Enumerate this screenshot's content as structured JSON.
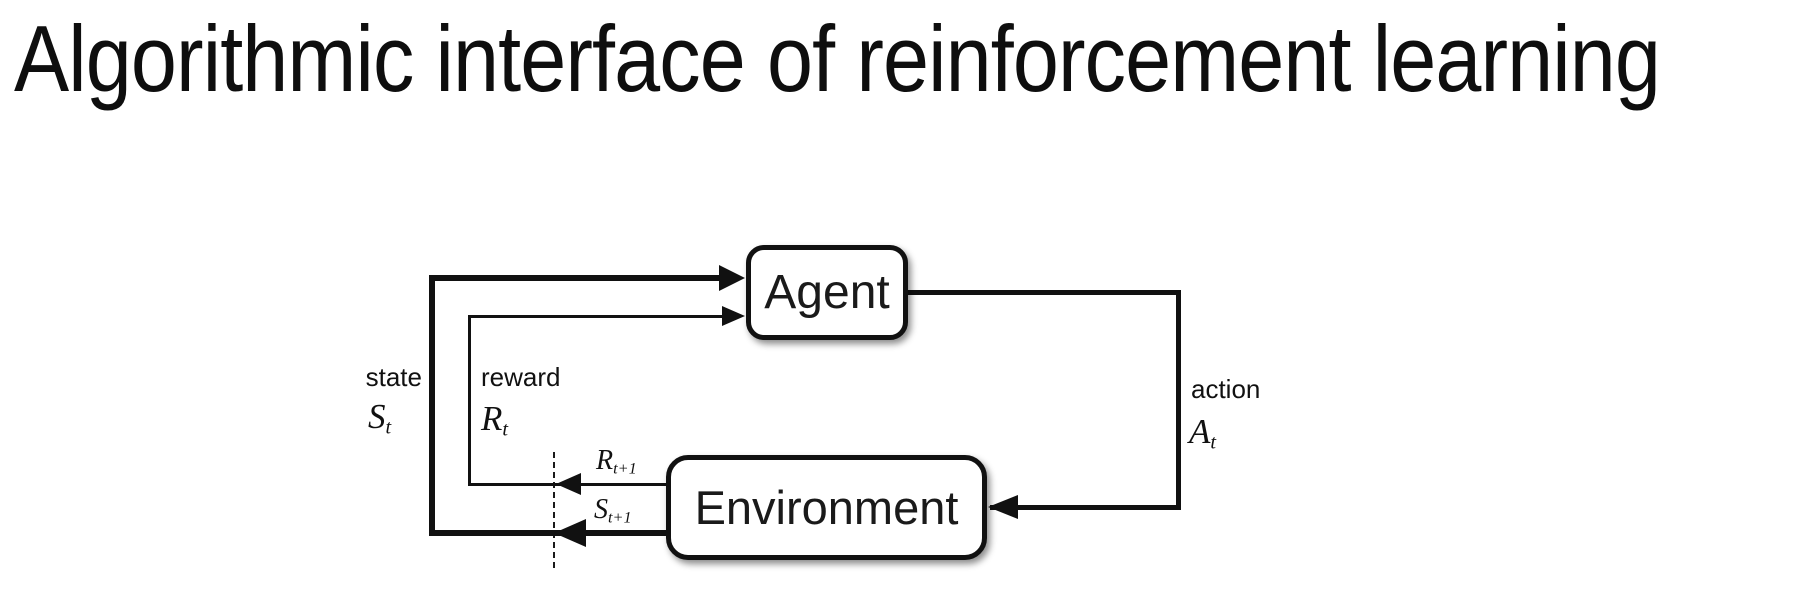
{
  "title": "Algorithmic interface of reinforcement learning",
  "nodes": {
    "agent": "Agent",
    "environment": "Environment"
  },
  "labels": {
    "state_word": "state",
    "reward_word": "reward",
    "action_word": "action",
    "state_sym": {
      "base": "S",
      "sub": "t"
    },
    "reward_sym": {
      "base": "R",
      "sub": "t"
    },
    "action_sym": {
      "base": "A",
      "sub": "t"
    },
    "next_reward_sym": {
      "base": "R",
      "sub": "t+1"
    },
    "next_state_sym": {
      "base": "S",
      "sub": "t+1"
    }
  },
  "colors": {
    "line": "#111111",
    "background": "#ffffff",
    "text": "#111111"
  }
}
